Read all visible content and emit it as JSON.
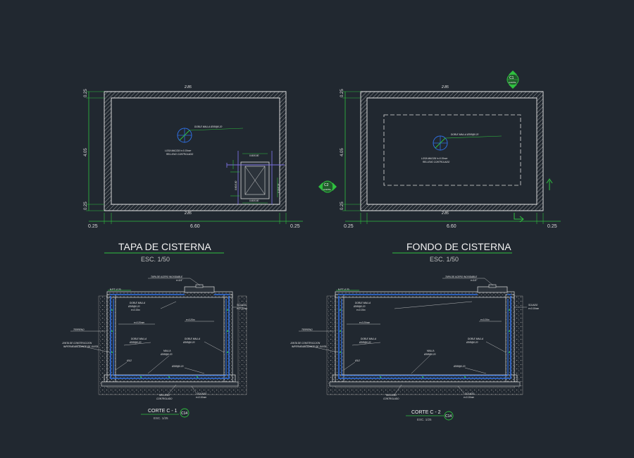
{
  "plans": {
    "tapa": {
      "title": "TAPA DE CISTERNA",
      "scale": "ESC. 1/50",
      "dim_top": "2.85",
      "dim_bottom": "2.85",
      "dim_left_top": "0.25",
      "dim_left_mid": "4.05",
      "dim_left_bot": "0.25",
      "dim_base_left": "0.25",
      "dim_base_mid": "6.60",
      "dim_base_right": "0.25",
      "mesh_label": "DOBLE MALLA Ø3/8@0.20",
      "slab_label_1": "LOSA MACIZA h=0.15mm",
      "slab_label_2": "RELLENO CONTROLADO",
      "hatch_dim_h": "0.60/0.80",
      "hatch_dim_v": "0.60/0.80",
      "hatch_dim_r": "0.20/0.25"
    },
    "fondo": {
      "title": "FONDO DE CISTERNA",
      "scale": "ESC. 1/50",
      "dim_top": "2.85",
      "dim_bottom": "2.85",
      "dim_left_top": "0.25",
      "dim_left_mid": "4.05",
      "dim_left_bot": "0.25",
      "dim_base_left": "0.25",
      "dim_base_mid": "6.60",
      "dim_base_right": "0.25",
      "mesh_label": "DOBLE MALLA Ø3/8@0.20",
      "slab_label_1": "LOSA MACIZA h=0.15mm",
      "slab_label_2": "RELLENO CONTROLADO",
      "cut_tag_top_num": "C1",
      "cut_tag_top_ref": "CORTE",
      "cut_tag_left_num": "C2",
      "cut_tag_left_ref": "CORTE"
    }
  },
  "sections": {
    "s1": {
      "title": "CORTE C - 1",
      "scale": "ESC. 1/25",
      "ref": "C14",
      "level": "N.P.T.-0.20",
      "labels": {
        "cover": "TAPA DE ACERO INOXIDABLE",
        "cover_sub": "e=1/4\"",
        "mesh_top": "DOBLE MALLA",
        "mesh_top_2": "Ø3/8@0.20",
        "mesh_top_3": "e=0.15m",
        "wall_left": "e=0.20mm",
        "wall_right": "e=0.20m",
        "solado": "SOLADO",
        "solado_sub": "e=0.10mm",
        "terreno": "TERRENO",
        "junta_1": "JUNTA DE CONSTRUCCION",
        "junta_2": "IMPERMEABILIZANTE DE JUNTA",
        "mesh_wall": "DOBLE MALLA",
        "mesh_wall_2": "Ø3/8@0.20",
        "mesh_right": "DOBLE MALLA",
        "mesh_right_2": "Ø3/8@0.20",
        "malla_base": "MALLA",
        "malla_base_2": "Ø3/8@0.20",
        "bar_left": "Ø1/2",
        "bar_right": "Ø3/8@0.20",
        "relleno_1": "RELLENO",
        "relleno_2": "CONTROLADO",
        "solado_base": "SOLADO",
        "solado_base_2": "e=0.10mm"
      }
    },
    "s2": {
      "title": "CORTE C - 2",
      "scale": "ESC. 1/25",
      "ref": "C14",
      "level": "N.P.T.-0.20",
      "labels": {
        "cover": "TAPA DE ACERO INOXIDABLE",
        "cover_sub": "e=1/4\"",
        "mesh_top": "DOBLE MALLA",
        "mesh_top_2": "Ø3/8@0.20",
        "mesh_top_3": "e=0.15m",
        "wall_left": "e=0.20mm",
        "wall_right": "e=0.20m",
        "solado": "SOLADO",
        "solado_sub": "e=0.10mm",
        "terreno": "TERRENO",
        "junta_1": "JUNTA DE CONSTRUCCION",
        "junta_2": "IMPERMEABILIZANTE DE JUNTA",
        "mesh_wall": "DOBLE MALLA",
        "mesh_wall_2": "Ø3/8@0.20",
        "mesh_right": "DOBLE MALLA",
        "mesh_right_2": "Ø3/8@0.20",
        "malla_base": "MALLA",
        "malla_base_2": "Ø3/8@0.20",
        "bar_left": "Ø1/2",
        "bar_right": "Ø3/8@0.20",
        "relleno_1": "RELLENO",
        "relleno_2": "CONTROLADO",
        "solado_base": "SOLADO",
        "solado_base_2": "e=0.10mm"
      }
    }
  }
}
